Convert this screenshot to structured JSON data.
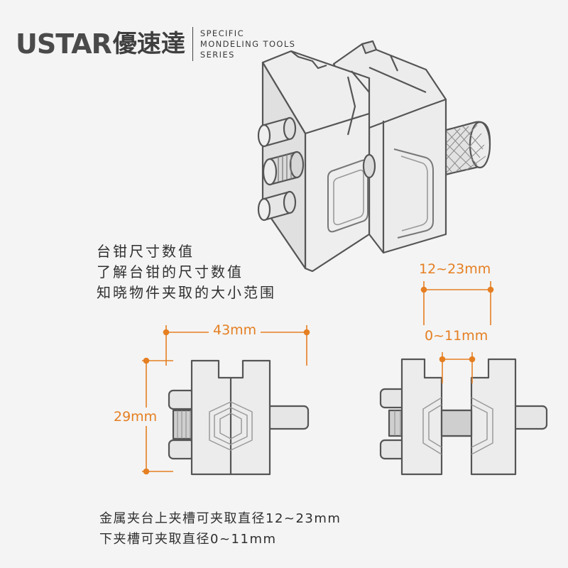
{
  "brand": {
    "logo": "USTAR",
    "name_cn": "優速達",
    "tagline": [
      "SPECIFIC",
      "MONDELING TOOLS",
      "SERIES"
    ]
  },
  "feature": {
    "lines": [
      "台钳尺寸数值",
      "了解台钳的尺寸数值",
      "知晓物件夹取的大小范围"
    ]
  },
  "dimensions": {
    "width": "43mm",
    "height": "29mm",
    "upper_slot": "12~23mm",
    "lower_slot": "0~11mm"
  },
  "notes": {
    "lines": [
      "金属夹台上夹槽可夹取直径12~23mm",
      "下夹槽可夹取直径0~11mm"
    ]
  },
  "colors": {
    "background": "#f4f4f4",
    "dimension": "#e57f22",
    "outline": "#555555",
    "fill": "#e6e6e6"
  }
}
